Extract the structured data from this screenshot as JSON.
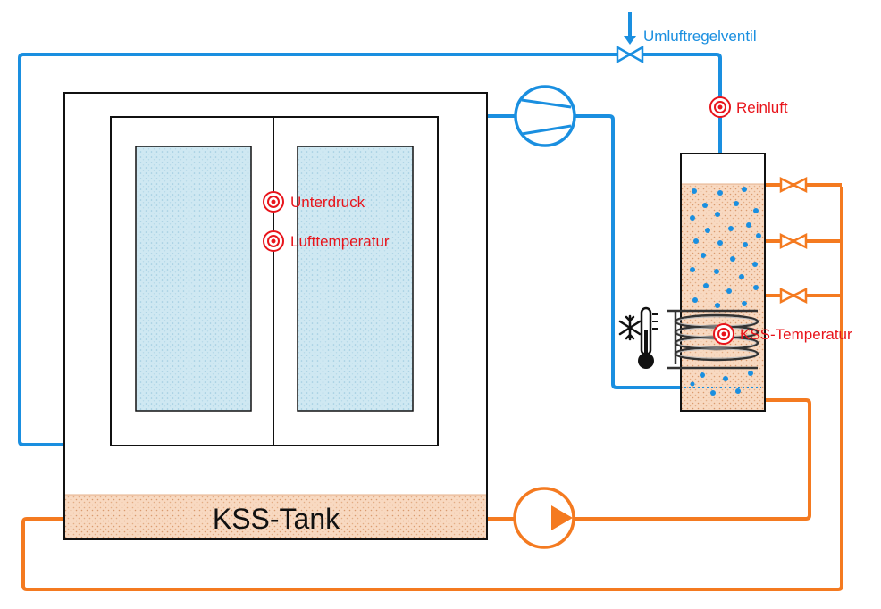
{
  "labels": {
    "umluftregelventil": "Umluftregelventil",
    "reinluft": "Reinluft",
    "unterdruck": "Unterdruck",
    "lufttemperatur": "Lufttemperatur",
    "kss_temperatur": "KSS-Temperatur",
    "kss_tank": "KSS-Tank"
  },
  "colors": {
    "air_line": "#1a8fe0",
    "coolant_line": "#f47a20",
    "sensor": "#e8141b",
    "structure": "#111111"
  },
  "icons": {
    "pump_air": "fan-compressor-icon",
    "pump_coolant": "pump-icon",
    "cooling": "snowflake-thermometer-icon",
    "valve": "valve-icon",
    "sensor": "sensor-icon"
  }
}
